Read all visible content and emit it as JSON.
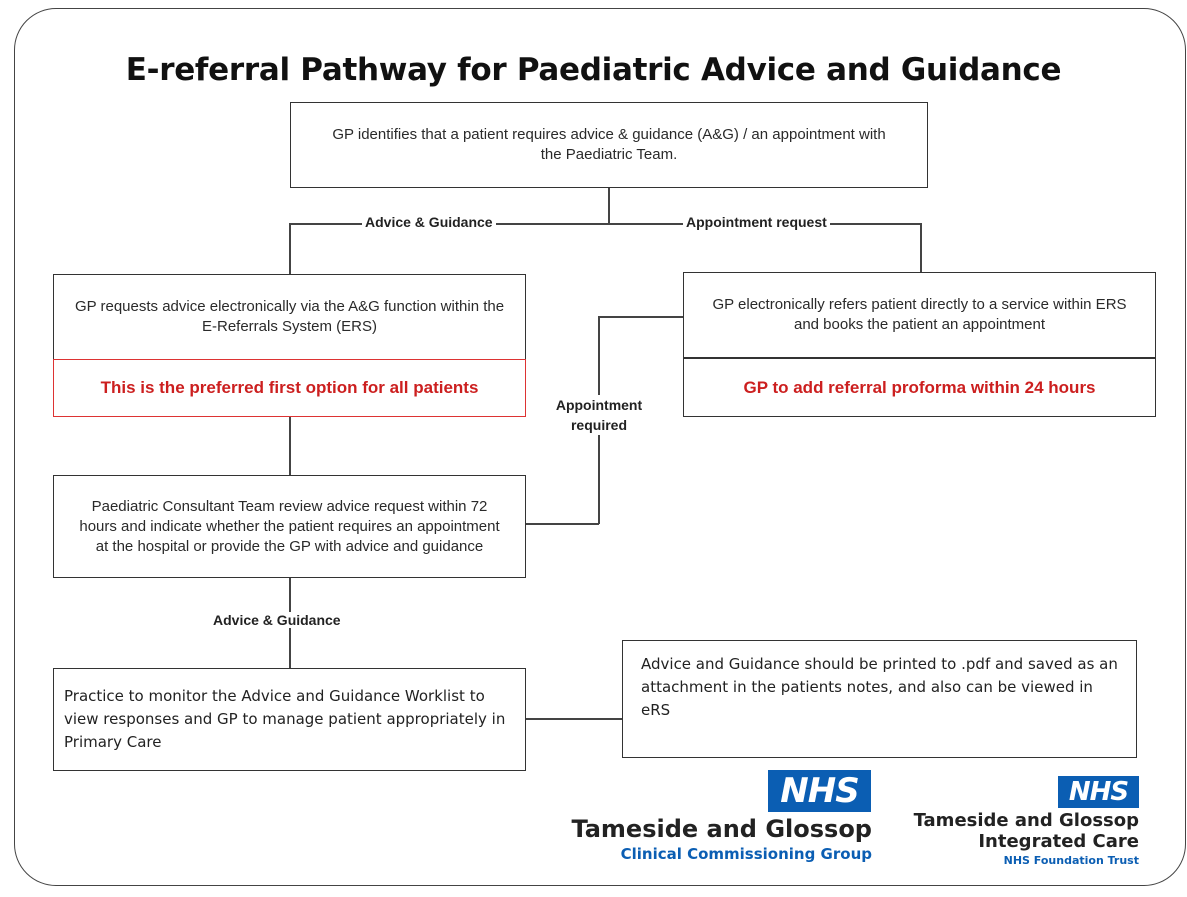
{
  "title": "E-referral Pathway for Paediatric Advice and Guidance",
  "boxes": {
    "gp_identifies": "GP identifies that a patient requires advice & guidance (A&G) / an appointment with the Paediatric Team.",
    "gp_requests": "GP requests advice electronically via the A&G function within the E-Referrals System (ERS)",
    "preferred_option": "This is the preferred first option for all patients",
    "gp_refers": "GP electronically refers patient directly to a service within ERS and books the patient an appointment",
    "gp_proforma": "GP to add referral proforma within 24 hours",
    "consultant_review": "Paediatric Consultant Team review advice request within 72 hours and indicate whether the patient requires an appointment at the hospital or provide the GP with advice and guidance",
    "practice_monitor": "Practice to monitor the Advice and Guidance Worklist to view responses and GP to manage patient appropriately in Primary Care",
    "pdf_note": "Advice and Guidance should be printed to .pdf and saved as an attachment in the patients notes, and also can be viewed in eRS"
  },
  "labels": {
    "advice_guidance_top": "Advice & Guidance",
    "appointment_request": "Appointment request",
    "appointment_required": "Appointment required",
    "advice_guidance_bottom": "Advice & Guidance"
  },
  "logos": {
    "ccg": {
      "badge": "NHS",
      "name": "Tameside and Glossop",
      "sub": "Clinical Commissioning Group"
    },
    "trust": {
      "badge": "NHS",
      "name_line1": "Tameside and Glossop",
      "name_line2": "Integrated Care",
      "sub": "NHS Foundation Trust"
    }
  },
  "colors": {
    "accent_red": "#cc1f1f",
    "nhs_blue": "#0b5eb3"
  }
}
